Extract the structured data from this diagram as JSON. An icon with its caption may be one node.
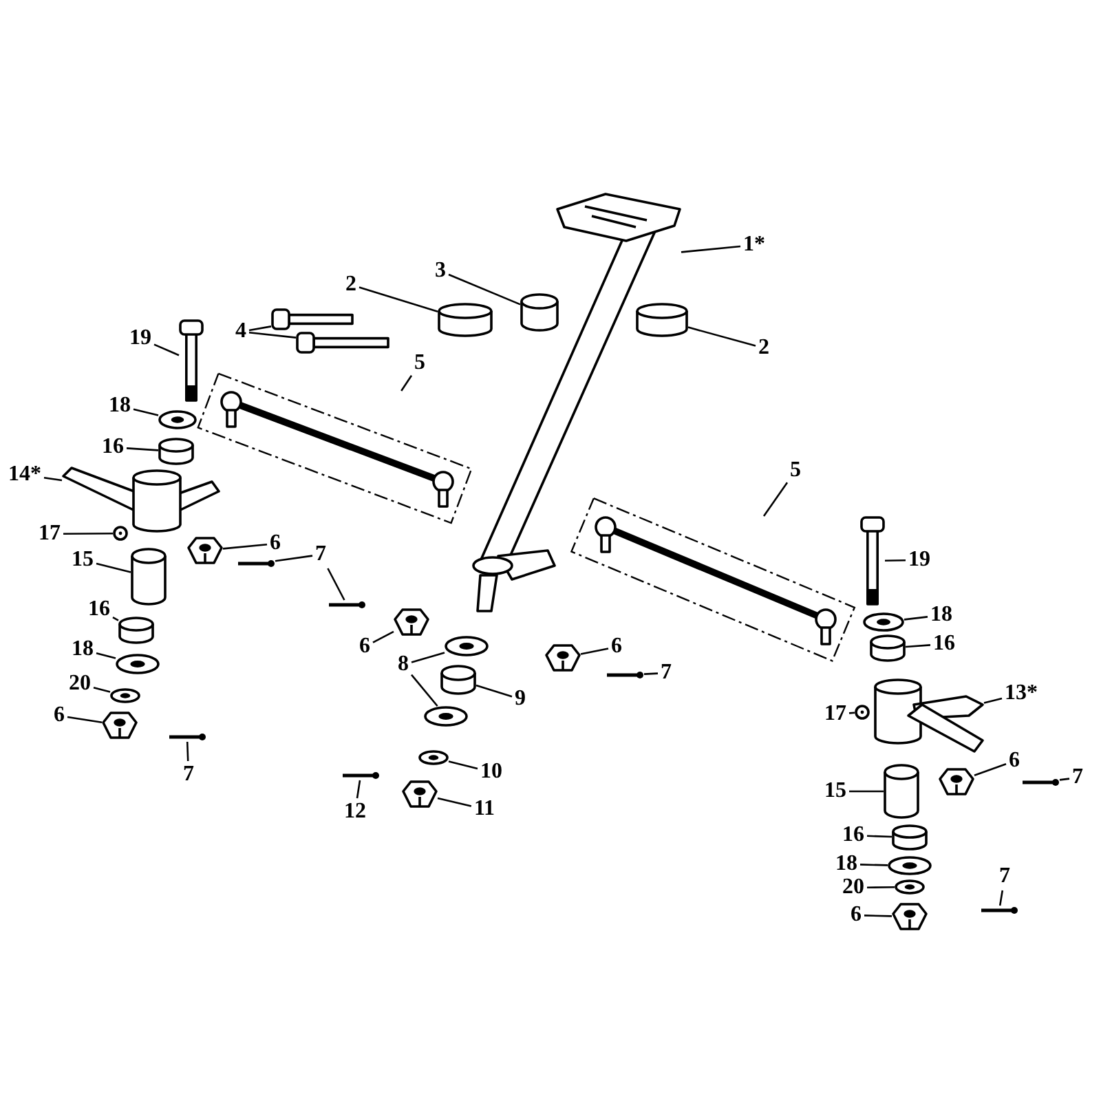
{
  "diagram": {
    "nodes": [
      {
        "text": [
          "1*"
        ]
      },
      {
        "text": [],
        "shape": "picture"
      },
      {
        "text": [
          "2"
        ]
      },
      {
        "text": [],
        "shape": "cylinder"
      },
      {
        "text": [
          "3"
        ]
      },
      {
        "text": [],
        "shape": "cylinder"
      },
      {
        "text": [
          "4"
        ]
      },
      {
        "text": [],
        "shape": "picture"
      },
      {
        "text": [],
        "shape": "picture"
      },
      {
        "text": [
          "2"
        ]
      },
      {
        "text": [],
        "shape": "cylinder"
      },
      {
        "text": [
          "19"
        ]
      },
      {
        "text": [],
        "shape": "picture"
      },
      {
        "text": [
          "18"
        ]
      },
      {
        "text": [],
        "shape": "picture"
      },
      {
        "text": [
          "5"
        ]
      },
      {
        "text": [],
        "shape": "picture"
      },
      {
        "text": [
          "16"
        ]
      },
      {
        "text": [],
        "shape": "cylinder"
      },
      {
        "text": [
          "14*"
        ]
      },
      {
        "text": [],
        "shape": "picture"
      },
      {
        "text": [
          "17"
        ]
      },
      {
        "text": [],
        "shape": "circle"
      },
      {
        "text": [
          "6"
        ]
      },
      {
        "text": [],
        "shape": "picture"
      },
      {
        "text": [
          "7"
        ]
      },
      {
        "text": [],
        "shape": "picture"
      },
      {
        "text": [],
        "shape": "picture"
      },
      {
        "text": [
          "15"
        ]
      },
      {
        "text": [],
        "shape": "cylinder"
      },
      {
        "text": [
          "6"
        ]
      },
      {
        "text": [],
        "shape": "picture"
      },
      {
        "text": [
          "5"
        ]
      },
      {
        "text": [],
        "shape": "picture"
      },
      {
        "text": [
          "19"
        ]
      },
      {
        "text": [],
        "shape": "picture"
      },
      {
        "text": [
          "16"
        ]
      },
      {
        "text": [],
        "shape": "cylinder"
      },
      {
        "text": [
          "18"
        ]
      },
      {
        "text": [],
        "shape": "picture"
      },
      {
        "text": [
          "6"
        ]
      },
      {
        "text": [],
        "shape": "picture"
      },
      {
        "text": [
          "7"
        ]
      },
      {
        "text": [],
        "shape": "picture"
      },
      {
        "text": [
          "16"
        ]
      },
      {
        "text": [],
        "shape": "cylinder"
      },
      {
        "text": [
          "8"
        ]
      },
      {
        "text": [],
        "shape": "picture"
      },
      {
        "text": [],
        "shape": "picture"
      },
      {
        "text": [
          "18"
        ]
      },
      {
        "text": [],
        "shape": "picture"
      },
      {
        "text": [
          "9"
        ]
      },
      {
        "text": [],
        "shape": "cylinder"
      },
      {
        "text": [
          "13*"
        ]
      },
      {
        "text": [],
        "shape": "picture"
      },
      {
        "text": [
          "17"
        ]
      },
      {
        "text": [],
        "shape": "circle"
      },
      {
        "text": [
          "6"
        ]
      },
      {
        "text": [],
        "shape": "picture"
      },
      {
        "text": [
          "7"
        ]
      },
      {
        "text": [],
        "shape": "picture"
      },
      {
        "text": [
          "20"
        ]
      },
      {
        "text": [],
        "shape": "picture"
      },
      {
        "text": [
          "6"
        ]
      },
      {
        "text": [],
        "shape": "picture"
      },
      {
        "text": [
          "10"
        ]
      },
      {
        "text": [],
        "shape": "picture"
      },
      {
        "text": [
          "7"
        ]
      },
      {
        "text": [],
        "shape": "picture"
      },
      {
        "text": [
          "15"
        ]
      },
      {
        "text": [],
        "shape": "cylinder"
      },
      {
        "text": [
          "12"
        ]
      },
      {
        "text": [],
        "shape": "picture"
      },
      {
        "text": [
          "11"
        ]
      },
      {
        "text": [],
        "shape": "picture"
      },
      {
        "text": [
          "16"
        ]
      },
      {
        "text": [],
        "shape": "cylinder"
      },
      {
        "text": [
          "18"
        ]
      },
      {
        "text": [],
        "shape": "picture"
      },
      {
        "text": [
          "20"
        ]
      },
      {
        "text": [],
        "shape": "picture"
      },
      {
        "text": [
          "7"
        ]
      },
      {
        "text": [],
        "shape": "picture"
      },
      {
        "text": [
          "6"
        ]
      },
      {
        "text": [],
        "shape": "picture"
      }
    ],
    "edges": [
      {
        "from": 0,
        "to": 1,
        "arrow": "none"
      },
      {
        "from": 2,
        "to": 3,
        "arrow": "none"
      },
      {
        "from": 4,
        "to": 5,
        "arrow": "none"
      },
      {
        "from": 6,
        "to": 7,
        "arrow": "none"
      },
      {
        "from": 6,
        "to": 8,
        "arrow": "none"
      },
      {
        "from": 9,
        "to": 10,
        "arrow": "none"
      },
      {
        "from": 11,
        "to": 12,
        "arrow": "none"
      },
      {
        "from": 13,
        "to": 14,
        "arrow": "none"
      },
      {
        "from": 15,
        "to": 16,
        "arrow": "none"
      },
      {
        "from": 17,
        "to": 18,
        "arrow": "none"
      },
      {
        "from": 19,
        "to": 20,
        "arrow": "none"
      },
      {
        "from": 21,
        "to": 22,
        "arrow": "none"
      },
      {
        "from": 23,
        "to": 24,
        "arrow": "none"
      },
      {
        "from": 25,
        "to": 26,
        "arrow": "none"
      },
      {
        "from": 25,
        "to": 27,
        "arrow": "none"
      },
      {
        "from": 28,
        "to": 29,
        "arrow": "none"
      },
      {
        "from": 30,
        "to": 31,
        "arrow": "none"
      },
      {
        "from": 32,
        "to": 33,
        "arrow": "none"
      },
      {
        "from": 34,
        "to": 35,
        "arrow": "none"
      },
      {
        "from": 36,
        "to": 37,
        "arrow": "none"
      },
      {
        "from": 38,
        "to": 39,
        "arrow": "none"
      },
      {
        "from": 40,
        "to": 41,
        "arrow": "none"
      },
      {
        "from": 42,
        "to": 43,
        "arrow": "none"
      },
      {
        "from": 44,
        "to": 45,
        "arrow": "none"
      },
      {
        "from": 46,
        "to": 47,
        "arrow": "none"
      },
      {
        "from": 46,
        "to": 48,
        "arrow": "none"
      },
      {
        "from": 49,
        "to": 50,
        "arrow": "none"
      },
      {
        "from": 51,
        "to": 52,
        "arrow": "none"
      },
      {
        "from": 53,
        "to": 54,
        "arrow": "none"
      },
      {
        "from": 55,
        "to": 56,
        "arrow": "none"
      },
      {
        "from": 57,
        "to": 58,
        "arrow": "none"
      },
      {
        "from": 59,
        "to": 60,
        "arrow": "none"
      },
      {
        "from": 61,
        "to": 62,
        "arrow": "none"
      },
      {
        "from": 63,
        "to": 64,
        "arrow": "none"
      },
      {
        "from": 65,
        "to": 66,
        "arrow": "none"
      },
      {
        "from": 67,
        "to": 68,
        "arrow": "none"
      },
      {
        "from": 69,
        "to": 70,
        "arrow": "none"
      },
      {
        "from": 71,
        "to": 72,
        "arrow": "none"
      },
      {
        "from": 73,
        "to": 74,
        "arrow": "none"
      },
      {
        "from": 75,
        "to": 76,
        "arrow": "none"
      },
      {
        "from": 77,
        "to": 78,
        "arrow": "none"
      },
      {
        "from": 79,
        "to": 80,
        "arrow": "none"
      },
      {
        "from": 81,
        "to": 82,
        "arrow": "none"
      },
      {
        "from": 83,
        "to": 84,
        "arrow": "none"
      }
    ]
  }
}
